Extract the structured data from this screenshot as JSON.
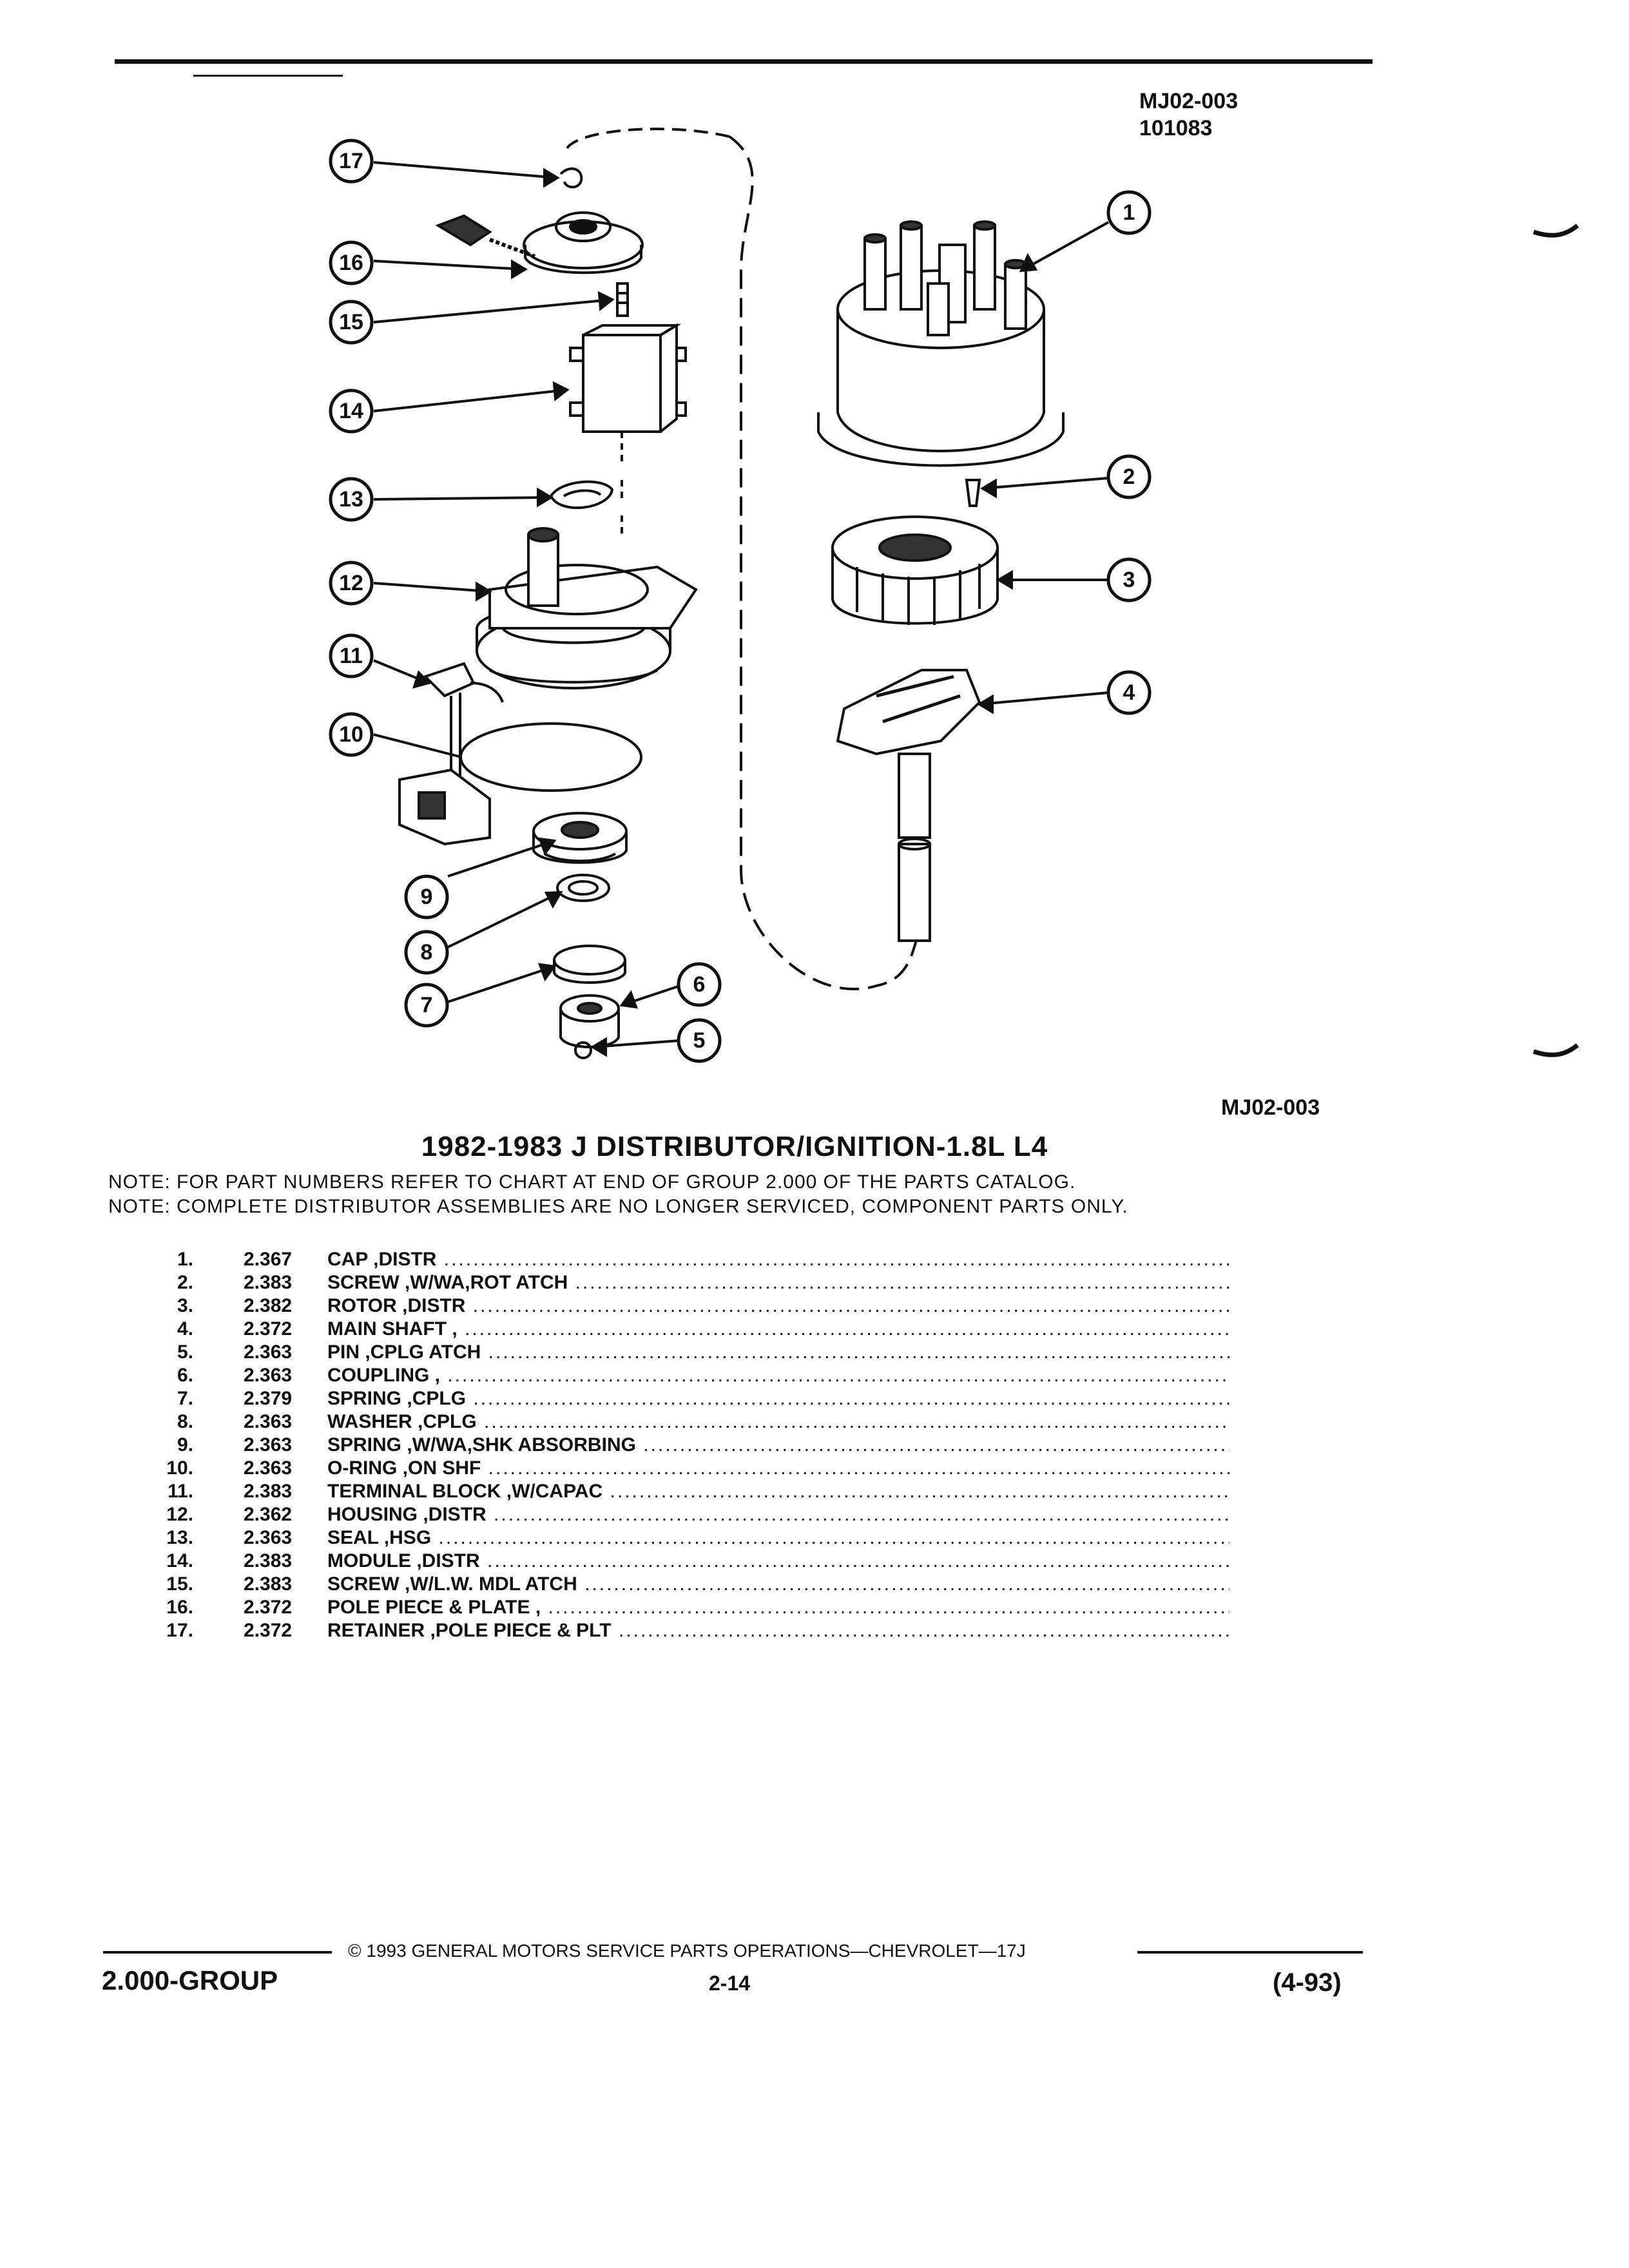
{
  "header": {
    "code_top": "MJ02-003",
    "code_date": "101083",
    "code_bottom": "MJ02-003"
  },
  "figure": {
    "callouts": [
      "1",
      "2",
      "3",
      "4",
      "5",
      "6",
      "7",
      "8",
      "9",
      "10",
      "11",
      "12",
      "13",
      "14",
      "15",
      "16",
      "17"
    ]
  },
  "title": "1982-1983 J DISTRIBUTOR/IGNITION-1.8L L4",
  "notes": [
    "NOTE:  FOR PART NUMBERS REFER TO CHART AT END OF GROUP 2.000 OF THE PARTS CATALOG.",
    "NOTE:  COMPLETE DISTRIBUTOR ASSEMBLIES ARE NO LONGER SERVICED, COMPONENT PARTS ONLY."
  ],
  "parts": [
    {
      "num": "1.",
      "code": "2.367",
      "desc": "CAP ,DISTR"
    },
    {
      "num": "2.",
      "code": "2.383",
      "desc": "SCREW ,W/WA,ROT ATCH"
    },
    {
      "num": "3.",
      "code": "2.382",
      "desc": "ROTOR ,DISTR"
    },
    {
      "num": "4.",
      "code": "2.372",
      "desc": "MAIN SHAFT ,"
    },
    {
      "num": "5.",
      "code": "2.363",
      "desc": "PIN ,CPLG ATCH"
    },
    {
      "num": "6.",
      "code": "2.363",
      "desc": "COUPLING ,"
    },
    {
      "num": "7.",
      "code": "2.379",
      "desc": "SPRING ,CPLG"
    },
    {
      "num": "8.",
      "code": "2.363",
      "desc": "WASHER ,CPLG"
    },
    {
      "num": "9.",
      "code": "2.363",
      "desc": "SPRING ,W/WA,SHK ABSORBING"
    },
    {
      "num": "10.",
      "code": "2.363",
      "desc": "O-RING ,ON SHF"
    },
    {
      "num": "11.",
      "code": "2.383",
      "desc": "TERMINAL BLOCK ,W/CAPAC"
    },
    {
      "num": "12.",
      "code": "2.362",
      "desc": "HOUSING ,DISTR"
    },
    {
      "num": "13.",
      "code": "2.363",
      "desc": "SEAL ,HSG"
    },
    {
      "num": "14.",
      "code": "2.383",
      "desc": "MODULE ,DISTR"
    },
    {
      "num": "15.",
      "code": "2.383",
      "desc": "SCREW ,W/L.W. MDL ATCH"
    },
    {
      "num": "16.",
      "code": "2.372",
      "desc": "POLE PIECE & PLATE ,"
    },
    {
      "num": "17.",
      "code": "2.372",
      "desc": "RETAINER ,POLE PIECE & PLT"
    }
  ],
  "footer": {
    "copyright": "© 1993 GENERAL MOTORS SERVICE PARTS OPERATIONS—CHEVROLET—17J",
    "group": "2.000-GROUP",
    "page": "2-14",
    "date": "(4-93)"
  }
}
